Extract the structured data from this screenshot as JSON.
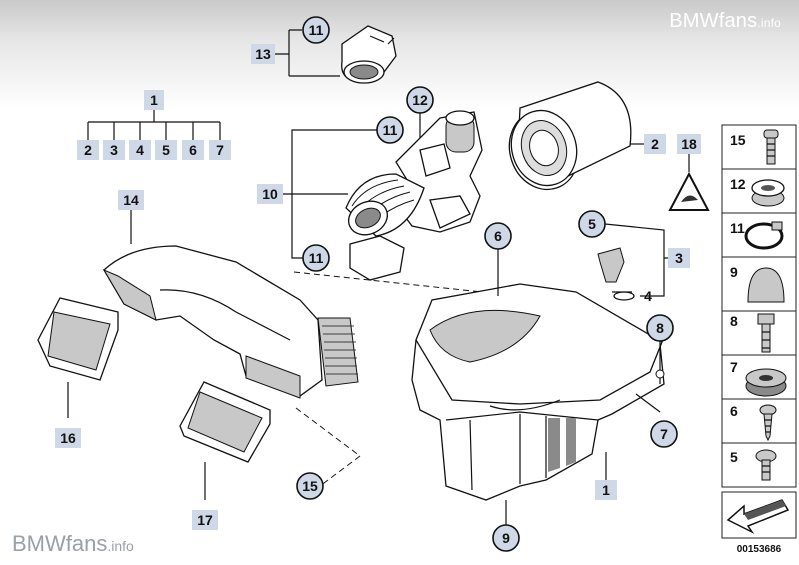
{
  "watermark_top": {
    "brand": "BMWfans",
    "suffix": ".info"
  },
  "watermark_bottom": {
    "brand": "BMWfans",
    "suffix": ".info"
  },
  "callouts": {
    "c1_top": "1",
    "c2_sub": "2",
    "c3_sub": "3",
    "c4_sub": "4",
    "c5_sub": "5",
    "c6_sub": "6",
    "c7_sub": "7",
    "c13": "13",
    "c11_top": "11",
    "c12": "12",
    "c11_mid": "11",
    "c10": "10",
    "c11_low": "11",
    "c2_filter": "2",
    "c18": "18",
    "c14": "14",
    "c6_main": "6",
    "c5_main": "5",
    "c3_main": "3",
    "c4_main": "4",
    "c8_main": "8",
    "c7_main": "7",
    "c1_main": "1",
    "c9_main": "9",
    "c15_main": "15",
    "c16": "16",
    "c17": "17"
  },
  "sidebar": {
    "items": [
      {
        "num": "15",
        "icon": "screw-icon"
      },
      {
        "num": "12",
        "icon": "grommet-icon"
      },
      {
        "num": "11",
        "icon": "hose-clamp-icon"
      },
      {
        "num": "9",
        "icon": "rubber-cap-icon"
      },
      {
        "num": "8",
        "icon": "bolt-icon"
      },
      {
        "num": "7",
        "icon": "rubber-mount-icon"
      },
      {
        "num": "6",
        "icon": "tapping-screw-icon"
      },
      {
        "num": "5",
        "icon": "collar-screw-icon"
      }
    ]
  },
  "doc_number": "00153686"
}
